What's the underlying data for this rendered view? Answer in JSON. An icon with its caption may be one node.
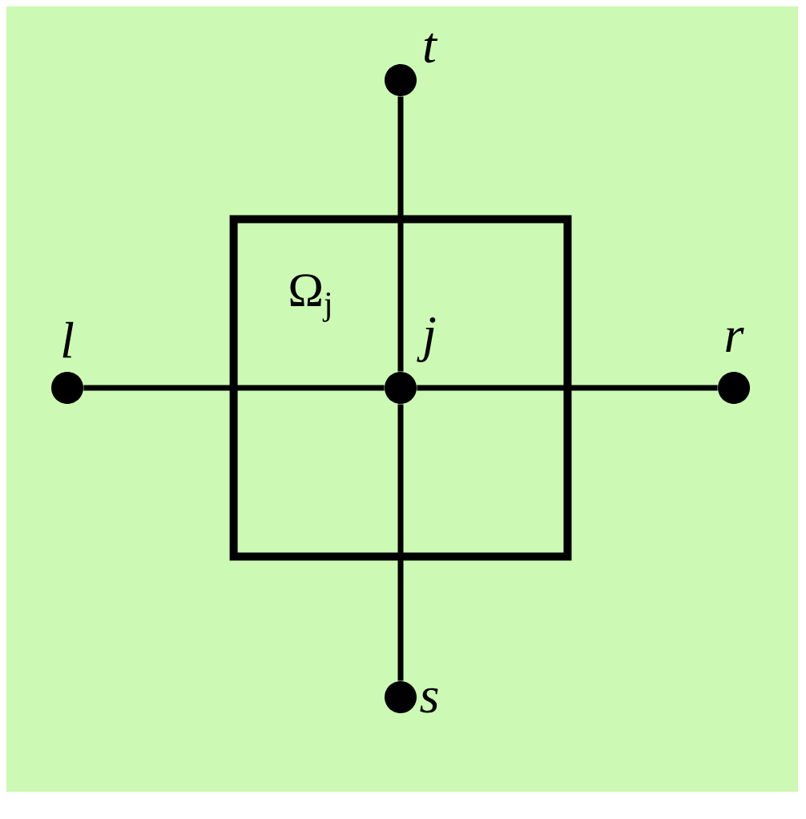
{
  "diagram": {
    "nodes": [
      {
        "text": [
          "Ω$_{j}$"
        ]
      },
      {
        "text": [],
        "shape": "circle",
        "beside": [
          "t"
        ]
      },
      {
        "text": [],
        "shape": "circle",
        "beside": [
          "l"
        ]
      },
      {
        "text": [],
        "shape": "circle",
        "beside": [
          "j"
        ],
        "in": 0
      },
      {
        "text": [],
        "shape": "circle",
        "beside": [
          "r"
        ]
      },
      {
        "text": [],
        "shape": "circle",
        "beside": [
          "s"
        ]
      }
    ],
    "edges": [
      {
        "from": 1,
        "to": 3,
        "arrow": "none"
      },
      {
        "from": 3,
        "to": 5,
        "arrow": "none"
      },
      {
        "from": 2,
        "to": 3,
        "arrow": "none"
      },
      {
        "from": 3,
        "to": 4,
        "arrow": "none"
      }
    ]
  }
}
